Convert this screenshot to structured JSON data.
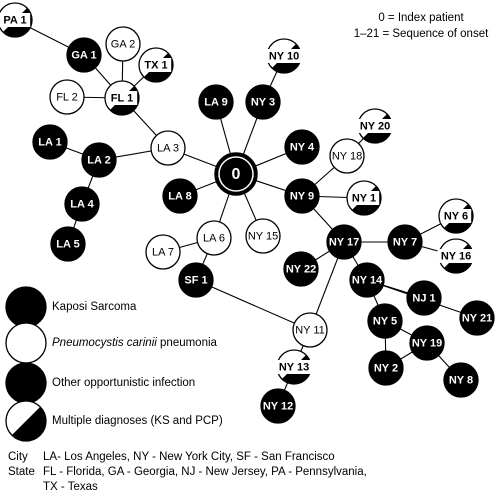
{
  "key": {
    "index": "0 = Index patient",
    "sequence": "1–21 = Sequence of onset"
  },
  "legend": [
    {
      "type": "ks",
      "label_pre": "Kaposi Sarcoma",
      "label_italic": "",
      "label_post": ""
    },
    {
      "type": "pcp",
      "label_pre": "",
      "label_italic": "Pneumocystis carinii",
      "label_post": " pneumonia"
    },
    {
      "type": "other",
      "label_pre": "Other opportunistic infection",
      "label_italic": "",
      "label_post": ""
    },
    {
      "type": "multi",
      "label_pre": "Multiple diagnoses (KS and PCP)",
      "label_italic": "",
      "label_post": ""
    }
  ],
  "footer": {
    "city_label": "City",
    "city_text": "LA- Los Angeles, NY - New York City, SF - San Francisco",
    "state_label": "State",
    "state_text_1": "FL - Florida, GA - Georgia, NJ - New Jersey, PA - Pennsylvania,",
    "state_text_2": "TX - Texas"
  },
  "nodes": [
    {
      "id": "0",
      "label": "0",
      "type": "index"
    },
    {
      "id": "PA1",
      "label": "PA 1",
      "type": "multi"
    },
    {
      "id": "GA1",
      "label": "GA 1",
      "type": "ks"
    },
    {
      "id": "GA2",
      "label": "GA 2",
      "type": "pcp"
    },
    {
      "id": "TX1",
      "label": "TX 1",
      "type": "multi"
    },
    {
      "id": "FL2",
      "label": "FL 2",
      "type": "pcp"
    },
    {
      "id": "FL1",
      "label": "FL 1",
      "type": "multi"
    },
    {
      "id": "LA9",
      "label": "LA 9",
      "type": "ks"
    },
    {
      "id": "NY3",
      "label": "NY 3",
      "type": "ks"
    },
    {
      "id": "NY10",
      "label": "NY 10",
      "type": "multi"
    },
    {
      "id": "LA1",
      "label": "LA 1",
      "type": "ks"
    },
    {
      "id": "LA2",
      "label": "LA 2",
      "type": "ks"
    },
    {
      "id": "LA3",
      "label": "LA 3",
      "type": "pcp"
    },
    {
      "id": "NY4",
      "label": "NY 4",
      "type": "ks"
    },
    {
      "id": "NY20",
      "label": "NY 20",
      "type": "multi"
    },
    {
      "id": "NY18",
      "label": "NY 18",
      "type": "pcp"
    },
    {
      "id": "LA4",
      "label": "LA 4",
      "type": "ks"
    },
    {
      "id": "LA8",
      "label": "LA 8",
      "type": "ks"
    },
    {
      "id": "NY9",
      "label": "NY 9",
      "type": "ks"
    },
    {
      "id": "NY1",
      "label": "NY 1",
      "type": "multi"
    },
    {
      "id": "LA5",
      "label": "LA 5",
      "type": "ks"
    },
    {
      "id": "LA6",
      "label": "LA 6",
      "type": "pcp"
    },
    {
      "id": "NY15",
      "label": "NY 15",
      "type": "pcp"
    },
    {
      "id": "NY6",
      "label": "NY 6",
      "type": "multi"
    },
    {
      "id": "LA7",
      "label": "LA 7",
      "type": "pcp"
    },
    {
      "id": "NY17",
      "label": "NY 17",
      "type": "ks"
    },
    {
      "id": "NY7",
      "label": "NY 7",
      "type": "ks"
    },
    {
      "id": "NY16",
      "label": "NY 16",
      "type": "multi"
    },
    {
      "id": "NY22",
      "label": "NY 22",
      "type": "ks"
    },
    {
      "id": "SF1",
      "label": "SF 1",
      "type": "ks"
    },
    {
      "id": "NY14",
      "label": "NY 14",
      "type": "ks"
    },
    {
      "id": "NJ1",
      "label": "NJ 1",
      "type": "ks"
    },
    {
      "id": "NY21",
      "label": "NY 21",
      "type": "ks"
    },
    {
      "id": "NY5",
      "label": "NY 5",
      "type": "ks"
    },
    {
      "id": "NY11",
      "label": "NY 11",
      "type": "pcp"
    },
    {
      "id": "NY19",
      "label": "NY 19",
      "type": "ks"
    },
    {
      "id": "NY13",
      "label": "NY 13",
      "type": "multi"
    },
    {
      "id": "NY2",
      "label": "NY 2",
      "type": "ks"
    },
    {
      "id": "NY8",
      "label": "NY 8",
      "type": "ks"
    },
    {
      "id": "NY12",
      "label": "NY 12",
      "type": "ks"
    }
  ],
  "edges": [
    [
      "0",
      "LA9"
    ],
    [
      "0",
      "NY3"
    ],
    [
      "0",
      "NY4"
    ],
    [
      "0",
      "LA3"
    ],
    [
      "0",
      "LA8"
    ],
    [
      "0",
      "NY9"
    ],
    [
      "0",
      "LA6"
    ],
    [
      "0",
      "NY15"
    ],
    [
      "LA3",
      "FL1"
    ],
    [
      "LA3",
      "LA2"
    ],
    [
      "FL1",
      "GA1"
    ],
    [
      "FL1",
      "GA2"
    ],
    [
      "FL1",
      "TX1"
    ],
    [
      "FL1",
      "FL2"
    ],
    [
      "GA1",
      "PA1"
    ],
    [
      "LA2",
      "LA1"
    ],
    [
      "LA2",
      "LA4"
    ],
    [
      "LA4",
      "LA5"
    ],
    [
      "NY3",
      "NY10"
    ],
    [
      "NY9",
      "NY18"
    ],
    [
      "NY18",
      "NY20"
    ],
    [
      "NY9",
      "NY1"
    ],
    [
      "NY9",
      "NY17"
    ],
    [
      "LA6",
      "LA7"
    ],
    [
      "LA6",
      "SF1"
    ],
    [
      "SF1",
      "NY11"
    ],
    [
      "NY17",
      "NY22"
    ],
    [
      "NY17",
      "NY7"
    ],
    [
      "NY7",
      "NY6"
    ],
    [
      "NY7",
      "NY16"
    ],
    [
      "NY17",
      "NY14"
    ],
    [
      "NY17",
      "NY11"
    ],
    [
      "NY14",
      "NJ1"
    ],
    [
      "NY14",
      "NY5"
    ],
    [
      "NY14",
      "NY21"
    ],
    [
      "NY5",
      "NY2"
    ],
    [
      "NY5",
      "NY19"
    ],
    [
      "NY19",
      "NY2"
    ],
    [
      "NY19",
      "NY8"
    ],
    [
      "NY11",
      "NY13"
    ],
    [
      "NY13",
      "NY12"
    ]
  ]
}
